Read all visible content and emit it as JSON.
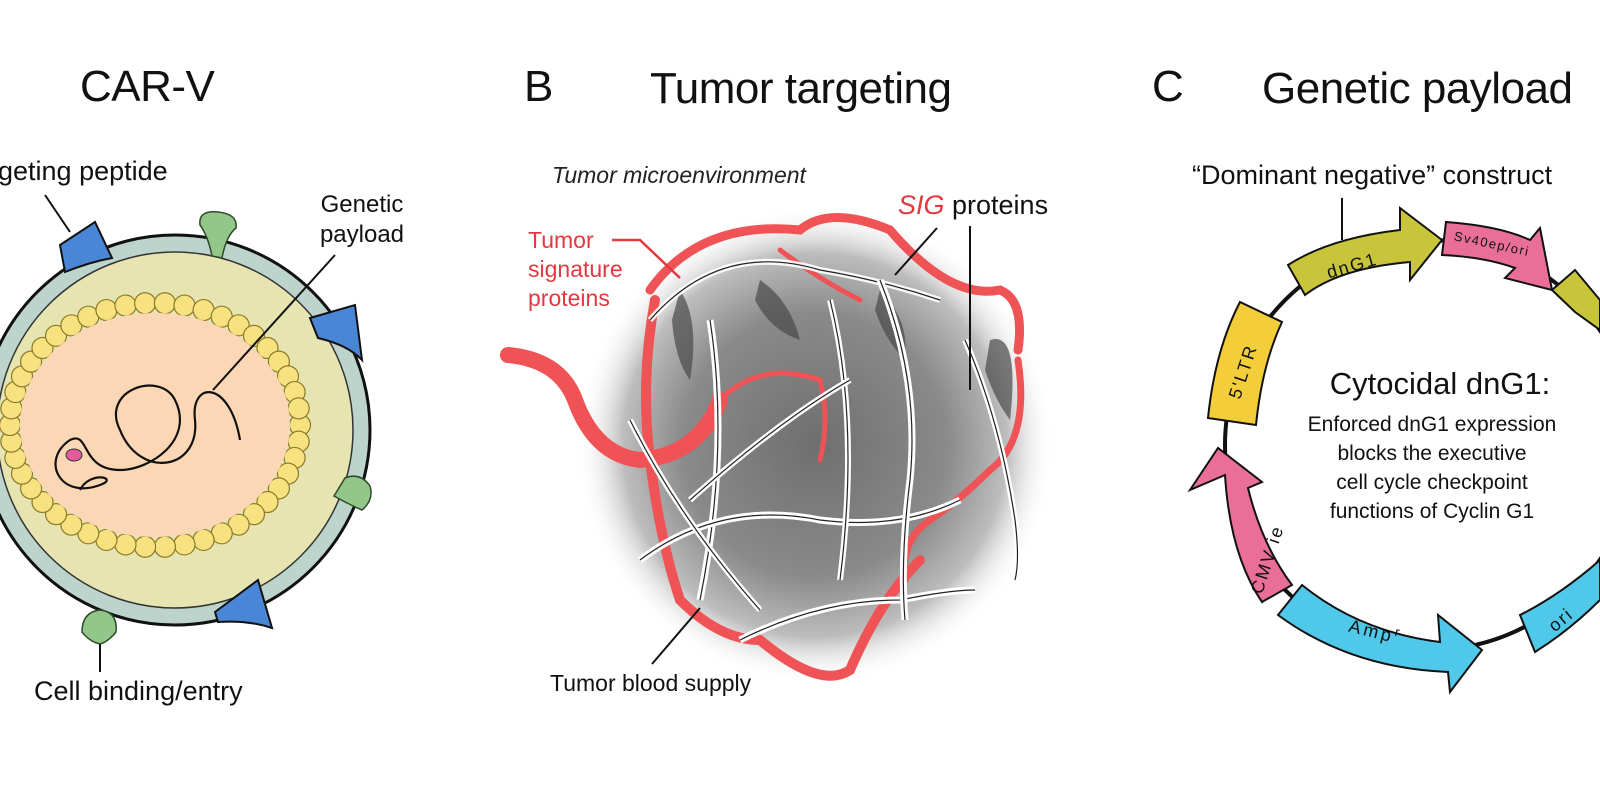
{
  "panels": [
    {
      "letter": "",
      "title": "CAR-V",
      "labels": {
        "targeting_peptide": "geting peptide",
        "genetic_payload": [
          "Genetic",
          "payload"
        ],
        "cell_binding": "Cell binding/entry"
      }
    },
    {
      "letter": "B",
      "title": "Tumor targeting",
      "labels": {
        "microenvironment": "Tumor microenvironment",
        "signature_proteins": [
          "Tumor",
          "signature",
          "proteins"
        ],
        "sig_italic": "SIG",
        "sig_rest": " proteins",
        "blood_supply": "Tumor blood supply"
      }
    },
    {
      "letter": "C",
      "title": "Genetic payload",
      "labels": {
        "construct": "“Dominant negative” construct",
        "center_title": "Cytocidal dnG1:",
        "center_body": [
          "Enforced dnG1 expression",
          "blocks the executive",
          "cell cycle checkpoint",
          "functions of Cyclin G1"
        ]
      },
      "segments": [
        {
          "name": "dnG1",
          "color": "#c8c53a"
        },
        {
          "name": "Sv40ep/ori",
          "color": "#ea6f98"
        },
        {
          "name": "5'LTR",
          "color": "#f3cd3a"
        },
        {
          "name": "CMV ie",
          "color": "#ea6f98"
        },
        {
          "name": "Ampr",
          "color": "#4fc8ea"
        },
        {
          "name": "ori",
          "color": "#4fc8ea"
        }
      ]
    }
  ],
  "colors": {
    "capsid_outer": "#bcd4cb",
    "envelope": "#e6e4b0",
    "core": "#fbd7b6",
    "bead": "#f7e27f",
    "blue_peptide": "#4a86d6",
    "green_peptide": "#93c78a",
    "vessel_red": "#ef5356"
  }
}
